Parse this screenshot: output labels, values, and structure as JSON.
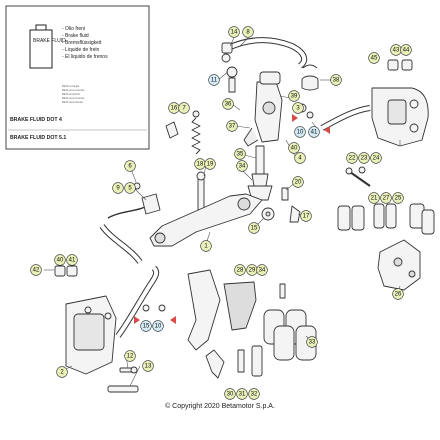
{
  "inset": {
    "can_label": "BRAKE FLUID",
    "fluid_names": [
      "- Olio freni",
      "- Brake fluid",
      "- Bremsflüssigkeit",
      "- Liquide de frein",
      "- El liquido de frenos"
    ],
    "small_lines": [
      "BETA consiglia",
      "BETA recommends",
      "BETA empfiehlt",
      "BETA recommande",
      "BETA recomienda"
    ],
    "dot4": "BRAKE FLUID DOT 4",
    "dot51": "BRAKE FLUID DOT 5.1"
  },
  "callouts": {
    "c14": "14",
    "c8": "8",
    "c43": "43",
    "c44": "44",
    "c45": "45",
    "c11": "11",
    "c38": "38",
    "c36": "36",
    "c37": "37",
    "c39": "39",
    "c10a": "10",
    "c41": "41",
    "c40": "40",
    "c16": "16",
    "c7": "7",
    "c3": "3",
    "c4": "4",
    "c35": "35",
    "c34": "34",
    "c6": "6",
    "c22": "22",
    "c23": "23",
    "c24": "24",
    "c9": "9",
    "c5": "5",
    "c18": "18",
    "c19": "19",
    "c20": "20",
    "c21": "21",
    "c27": "27",
    "c25": "25",
    "c15a": "15",
    "c17": "17",
    "c1": "1",
    "c26": "26",
    "c42": "42",
    "c40b": "40",
    "c41b": "41",
    "c28": "28",
    "c29": "29",
    "c34b": "34",
    "c12": "12",
    "c15b": "15",
    "c10b": "10",
    "c2": "2",
    "c13": "13",
    "c33": "33",
    "c30": "30",
    "c31": "31",
    "c32": "32"
  },
  "footer": {
    "copyright": "© Copyright 2020 Betamotor S.p.A."
  }
}
